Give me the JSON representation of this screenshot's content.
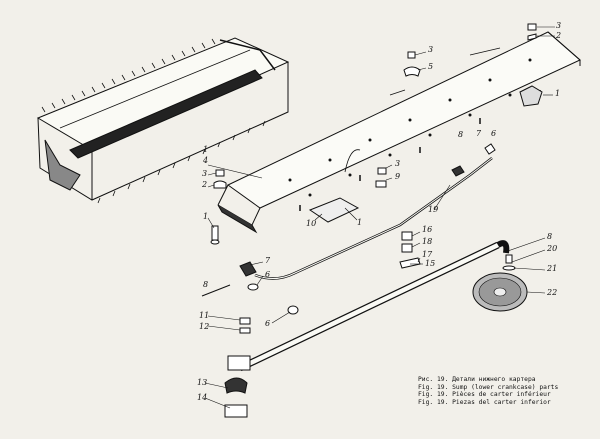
{
  "part_labels": [
    {
      "id": "l1",
      "text": "1"
    },
    {
      "id": "l2",
      "text": "2"
    },
    {
      "id": "l3",
      "text": "3"
    },
    {
      "id": "l4",
      "text": "3"
    },
    {
      "id": "l5",
      "text": "5"
    },
    {
      "id": "l6",
      "text": "1"
    },
    {
      "id": "l7",
      "text": "4"
    },
    {
      "id": "l8",
      "text": "3"
    },
    {
      "id": "l9",
      "text": "2"
    },
    {
      "id": "l10",
      "text": "1"
    },
    {
      "id": "l11",
      "text": "3"
    },
    {
      "id": "l12",
      "text": "9"
    },
    {
      "id": "l13",
      "text": "10"
    },
    {
      "id": "l14",
      "text": "1"
    },
    {
      "id": "l15",
      "text": "8"
    },
    {
      "id": "l16",
      "text": "7"
    },
    {
      "id": "l17",
      "text": "6"
    },
    {
      "id": "l18",
      "text": "19"
    },
    {
      "id": "l19",
      "text": "16"
    },
    {
      "id": "l20",
      "text": "18"
    },
    {
      "id": "l21",
      "text": "17"
    },
    {
      "id": "l22",
      "text": "15"
    },
    {
      "id": "l23",
      "text": "7"
    },
    {
      "id": "l24",
      "text": "6"
    },
    {
      "id": "l25",
      "text": "8"
    },
    {
      "id": "l26",
      "text": "6"
    },
    {
      "id": "l27",
      "text": "11"
    },
    {
      "id": "l28",
      "text": "12"
    },
    {
      "id": "l29",
      "text": "8"
    },
    {
      "id": "l30",
      "text": "20"
    },
    {
      "id": "l31",
      "text": "21"
    },
    {
      "id": "l32",
      "text": "22"
    },
    {
      "id": "l33",
      "text": "13"
    },
    {
      "id": "l34",
      "text": "14"
    }
  ],
  "caption": {
    "line1": "Рис. 19. Детали нижнего картера",
    "line2": "Fig. 19. Sump (lower crankcase) parts",
    "line3": "Fig. 19. Pièces de carter inférieur",
    "line4": "Fig. 19. Piezas del carter inferior"
  },
  "colors": {
    "ink": "#111111",
    "paper": "#f2f0ea"
  }
}
